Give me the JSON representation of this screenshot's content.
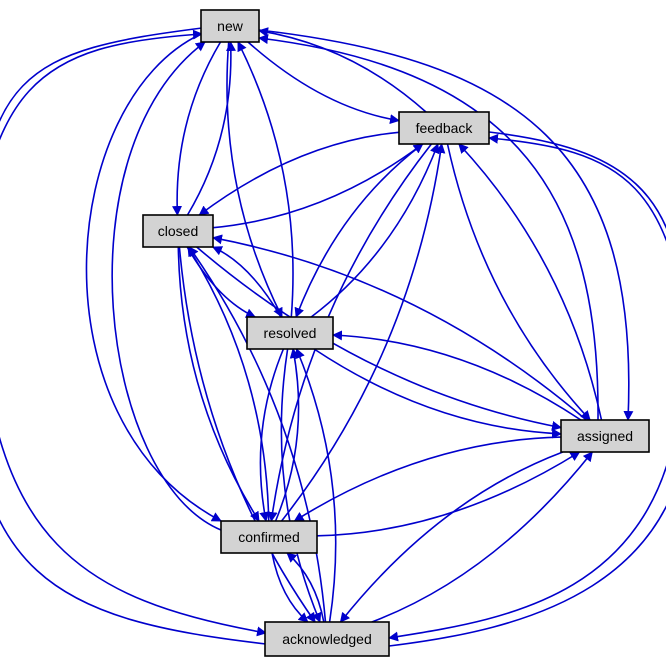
{
  "diagram": {
    "edge_color": "#0000cc",
    "node_fill": "#d3d3d3",
    "nodes": {
      "new": "new",
      "feedback": "feedback",
      "closed": "closed",
      "resolved": "resolved",
      "assigned": "assigned",
      "confirmed": "confirmed",
      "acknowledged": "acknowledged"
    },
    "edges": [
      [
        "new",
        "feedback"
      ],
      [
        "feedback",
        "new"
      ],
      [
        "new",
        "closed"
      ],
      [
        "closed",
        "new"
      ],
      [
        "new",
        "resolved"
      ],
      [
        "resolved",
        "new"
      ],
      [
        "new",
        "assigned"
      ],
      [
        "assigned",
        "new"
      ],
      [
        "new",
        "confirmed"
      ],
      [
        "confirmed",
        "new"
      ],
      [
        "new",
        "acknowledged"
      ],
      [
        "acknowledged",
        "new"
      ],
      [
        "feedback",
        "closed"
      ],
      [
        "closed",
        "feedback"
      ],
      [
        "feedback",
        "resolved"
      ],
      [
        "resolved",
        "feedback"
      ],
      [
        "feedback",
        "assigned"
      ],
      [
        "assigned",
        "feedback"
      ],
      [
        "feedback",
        "confirmed"
      ],
      [
        "confirmed",
        "feedback"
      ],
      [
        "feedback",
        "acknowledged"
      ],
      [
        "acknowledged",
        "feedback"
      ],
      [
        "closed",
        "resolved"
      ],
      [
        "resolved",
        "closed"
      ],
      [
        "closed",
        "assigned"
      ],
      [
        "assigned",
        "closed"
      ],
      [
        "closed",
        "confirmed"
      ],
      [
        "confirmed",
        "closed"
      ],
      [
        "closed",
        "acknowledged"
      ],
      [
        "acknowledged",
        "closed"
      ],
      [
        "resolved",
        "assigned"
      ],
      [
        "assigned",
        "resolved"
      ],
      [
        "resolved",
        "confirmed"
      ],
      [
        "confirmed",
        "resolved"
      ],
      [
        "resolved",
        "acknowledged"
      ],
      [
        "acknowledged",
        "resolved"
      ],
      [
        "assigned",
        "confirmed"
      ],
      [
        "confirmed",
        "assigned"
      ],
      [
        "assigned",
        "acknowledged"
      ],
      [
        "acknowledged",
        "assigned"
      ],
      [
        "confirmed",
        "acknowledged"
      ],
      [
        "acknowledged",
        "confirmed"
      ]
    ]
  }
}
